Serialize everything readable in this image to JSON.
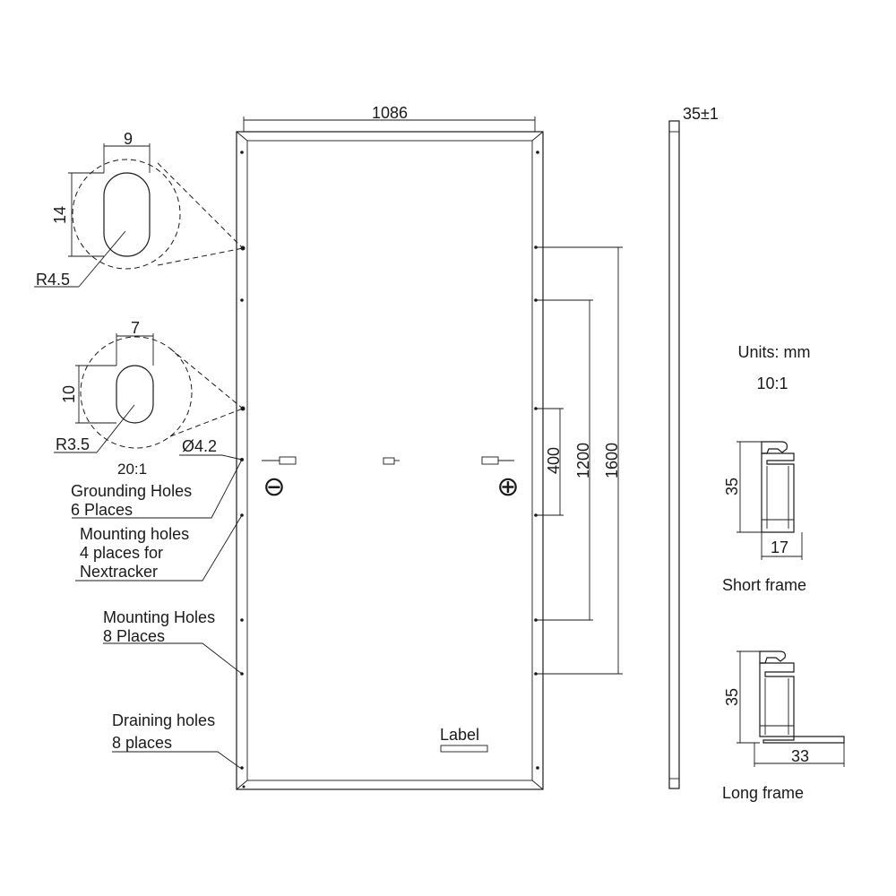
{
  "dimensions": {
    "width": "1086",
    "height": "1600",
    "spacing_1200": "1200",
    "spacing_400": "400",
    "thickness": "35±1"
  },
  "detail_1": {
    "width": "9",
    "height": "14",
    "radius": "R4.5"
  },
  "detail_2": {
    "width": "7",
    "height": "10",
    "radius": "R3.5",
    "hole_diameter": "Ø4.2",
    "scale": "20:1"
  },
  "callouts": {
    "grounding_line1": "Grounding Holes",
    "grounding_line2": "6 Places",
    "nextracker_line1": "Mounting holes",
    "nextracker_line2": "4 places for",
    "nextracker_line3": "Nextracker",
    "mounting_line1": "Mounting Holes",
    "mounting_line2": "8 Places",
    "draining_line1": "Draining holes",
    "draining_line2": "8 places",
    "label": "Label",
    "polarity_negative": "⊖",
    "polarity_positive": "⊕"
  },
  "units": {
    "units_text": "Units: mm",
    "scale": "10:1"
  },
  "short_frame": {
    "height": "35",
    "width": "17",
    "caption": "Short frame"
  },
  "long_frame": {
    "height": "35",
    "width": "33",
    "caption": "Long frame"
  }
}
